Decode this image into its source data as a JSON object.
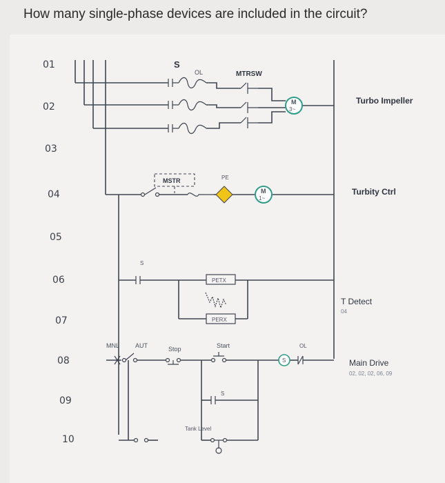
{
  "question": "How many single-phase devices are included in the circuit?",
  "rungs": [
    "01",
    "02",
    "03",
    "04",
    "05",
    "06",
    "07",
    "08",
    "09",
    "10"
  ],
  "labels": {
    "s_top": "S",
    "ol_top": "OL",
    "mtrsw": "MTRSW",
    "motor1_m": "M",
    "motor1_phase": "3~",
    "mstr": "MSTR",
    "pe": "PE",
    "motor2_m": "M",
    "motor2_phase": "1~",
    "s_rung6": "S",
    "petx": "PETX",
    "perx": "PERX",
    "mnl": "MNL",
    "aut": "AUT",
    "stop": "Stop",
    "start": "Start",
    "ol_rung8": "OL",
    "s_circle": "S",
    "s_rung9": "S",
    "tank_level": "Tank Level"
  },
  "side_labels": {
    "turbo_impeller": "Turbo Impeller",
    "turbity_ctrl": "Turbity Ctrl",
    "t_detect": "T Detect",
    "t_detect_ref": "04",
    "main_drive": "Main Drive",
    "main_drive_refs": "02, 02, 02, 06, 09"
  },
  "colors": {
    "wire": "#3f4450",
    "pe_diamond": "#f0c419",
    "motor_circle": "#2f9c8a"
  }
}
